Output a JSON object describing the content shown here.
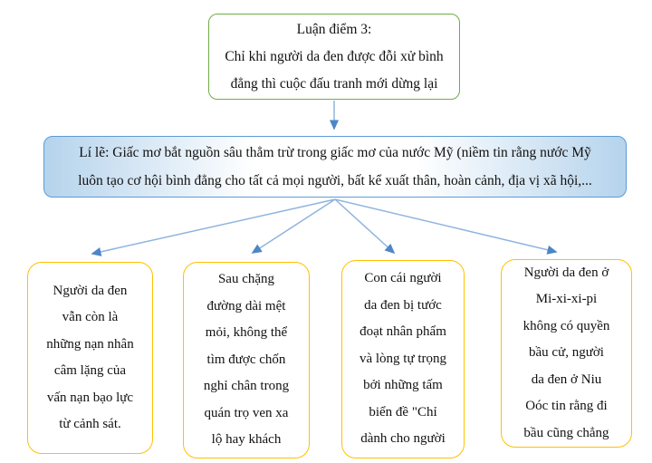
{
  "diagram": {
    "top_box": {
      "text": "Luận điểm 3:\nChỉ khi người da đen được đỗi xử bình\nđẳng thì cuộc đấu tranh mới dừng lại"
    },
    "middle_box": {
      "text": "Lí lẽ: Giấc mơ bắt nguồn sâu thẳm trừ trong giấc mơ của nước Mỹ (niềm tin rằng nước Mỹ\nluôn tạo cơ hội bình đẳng cho tất cả mọi người, bất kể xuất thân, hoàn cảnh, địa vị xã hội,..."
    },
    "bottom_boxes": [
      {
        "text": "Người da đen\nvẫn còn là\nnhững nạn nhân\ncâm lặng của\nvấn nạn bạo lực\ntừ cảnh sát."
      },
      {
        "text": "Sau chặng\nđường dài mệt\nmỏi, không thể\ntìm được chốn\nnghỉ chân trong\nquán trọ ven xa\nlộ hay khách"
      },
      {
        "text": "Con cái người\nda đen bị tước\nđoạt nhân phẩm\nvà lòng tự trọng\nbởi những tấm\nbiển đề \"Chỉ\ndành cho người"
      },
      {
        "text": "Người da đen ở\nMi-xi-xi-pi\nkhông có quyền\nbầu cử, người\nda đen ở Niu\nOóc tin rằng đi\nbầu cũng chẳng"
      }
    ],
    "colors": {
      "green": "#70AD47",
      "blue": "#5B9BD5",
      "bluefill": "#B5D3EC",
      "gold": "#FFC000",
      "arrowshaft": "#8FB4DE",
      "arrowhead": "#4E86C6"
    }
  }
}
